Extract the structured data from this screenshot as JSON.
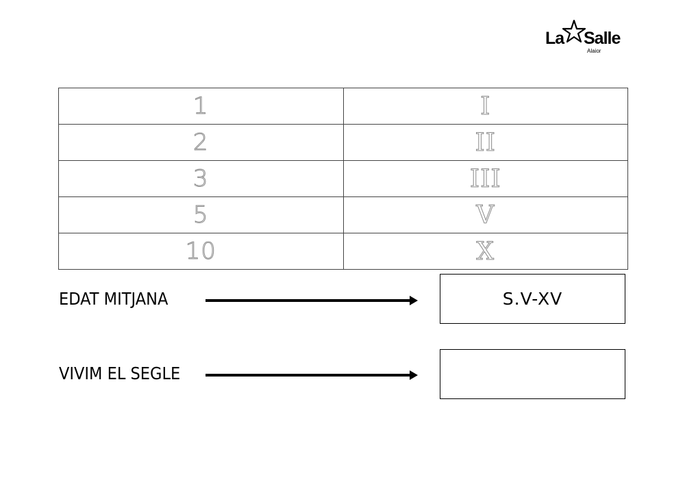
{
  "logo": {
    "brand_left": "La",
    "brand_right": "Salle",
    "sub": "Alaior"
  },
  "table": {
    "rows": [
      {
        "arabic": "1",
        "roman": "I"
      },
      {
        "arabic": "2",
        "roman": "II"
      },
      {
        "arabic": "3",
        "roman": "III"
      },
      {
        "arabic": "5",
        "roman": "V"
      },
      {
        "arabic": "10",
        "roman": "X"
      }
    ]
  },
  "rows": [
    {
      "label": "EDAT MITJANA",
      "answer": "S.V-XV"
    },
    {
      "label": "VIVIM EL SEGLE",
      "answer": ""
    }
  ]
}
